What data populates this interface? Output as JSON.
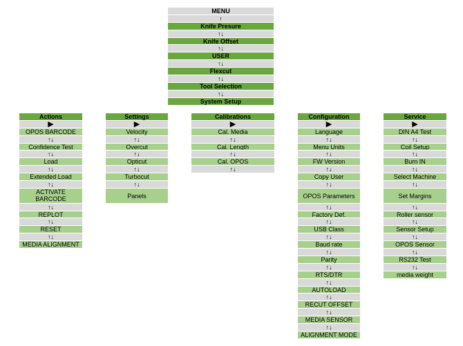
{
  "menu": {
    "title": "MENU",
    "arrow": "↑",
    "items": [
      "Knife Presure",
      "Knife Offset",
      "USER",
      "Flexcut",
      "Tool Selection",
      "System Setup"
    ]
  },
  "glyphs": {
    "updown": "↑↓",
    "play": "▶"
  },
  "columns": {
    "actions": {
      "title": "Actions",
      "items": [
        "OPOS BARCODE",
        "Confidence Test",
        "Load",
        "Extended Load",
        "ACTIVATE\nBARCODE",
        "REPLOT",
        "RESET",
        "MEDIA ALIGNMENT"
      ]
    },
    "settings": {
      "title": "Settings",
      "items": [
        "Velocity",
        "Overcut",
        "Opticut",
        "Turbocut",
        "Panels"
      ]
    },
    "calibrations": {
      "title": "Calibrations",
      "items": [
        "Cal. Media",
        "Cal. Length",
        "Cal. OPOS"
      ]
    },
    "configuration": {
      "title": "Configuration",
      "items": [
        "Language",
        "Menu Units",
        "FW Version",
        "Copy User",
        "OPOS Parameters",
        "Factory Def.",
        "USB Class",
        "Baud rate",
        "Parity",
        "RTS/DTR",
        "AUTOLOAD",
        "RECUT OFFSET",
        "MEDIA SENSOR",
        "ALIGNMENT MODE"
      ]
    },
    "service": {
      "title": "Service",
      "items": [
        "DIN A4 Test",
        "Coil Setup",
        "Burn IN",
        "Select Machine",
        "Set Margins",
        "Roller sensor",
        "Sensor Setup",
        "OPOS Sensor",
        "RS232 Test",
        "media weight"
      ]
    }
  }
}
